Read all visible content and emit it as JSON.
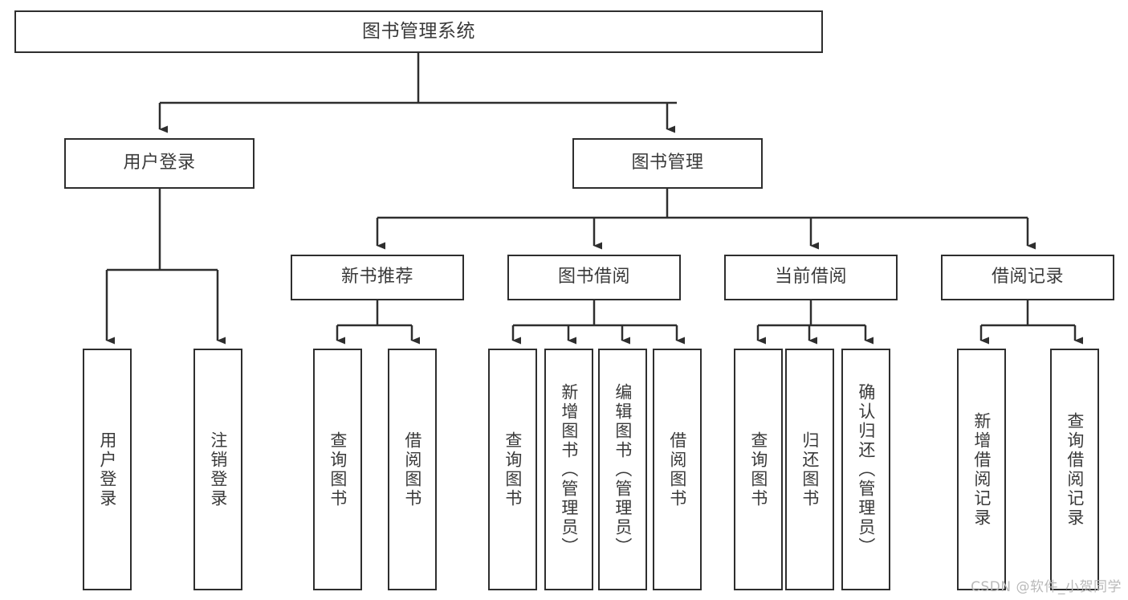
{
  "diagram": {
    "title": "图书管理系统",
    "type": "tree-hierarchy-chart",
    "watermark": "CSDN @软件_小贺同学",
    "colors": {
      "stroke": "#2e2e2e",
      "text": "#3a3a3a",
      "background": "#ffffff",
      "watermark": "#b9b9b9"
    },
    "root": {
      "label": "图书管理系统"
    },
    "level2": [
      {
        "key": "user-login",
        "label": "用户登录"
      },
      {
        "key": "book-management",
        "label": "图书管理"
      }
    ],
    "level3": [
      {
        "key": "new-book-recommend",
        "label": "新书推荐"
      },
      {
        "key": "book-borrow",
        "label": "图书借阅"
      },
      {
        "key": "current-borrow",
        "label": "当前借阅"
      },
      {
        "key": "borrow-record",
        "label": "借阅记录"
      }
    ],
    "leaves": {
      "user_login": [
        {
          "key": "user-login-leaf",
          "label": "用户登录"
        },
        {
          "key": "logout-leaf",
          "label": "注销登录"
        }
      ],
      "new_book_recommend": [
        {
          "key": "query-book-1",
          "label": "查询图书"
        },
        {
          "key": "borrow-book-1",
          "label": "借阅图书"
        }
      ],
      "book_borrow": [
        {
          "key": "query-book-2",
          "label": "查询图书"
        },
        {
          "key": "add-book",
          "label": "新增图书（管理员）"
        },
        {
          "key": "edit-book",
          "label": "编辑图书（管理员）"
        },
        {
          "key": "borrow-book-2",
          "label": "借阅图书"
        }
      ],
      "current_borrow": [
        {
          "key": "query-book-3",
          "label": "查询图书"
        },
        {
          "key": "return-book",
          "label": "归还图书"
        },
        {
          "key": "confirm-return",
          "label": "确认归还（管理员）"
        }
      ],
      "borrow_record": [
        {
          "key": "add-borrow-record",
          "label": "新增借阅记录"
        },
        {
          "key": "query-borrow-record",
          "label": "查询借阅记录"
        }
      ]
    }
  }
}
